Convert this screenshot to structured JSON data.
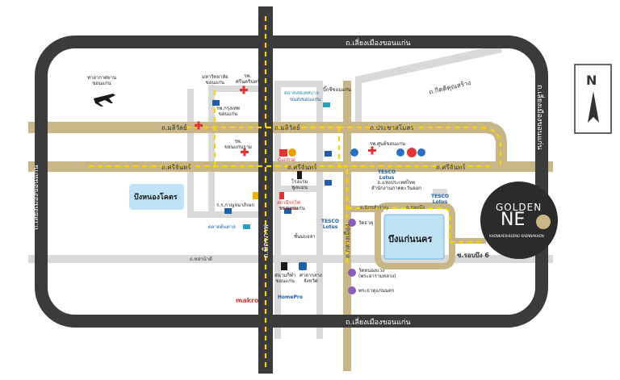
{
  "roads": {
    "ring_top": "ถ.เลี่ยงเมืองขอนแก่น",
    "ring_bottom": "ถ.เลี่ยงเมืองขอนแก่น",
    "ring_left": "ถ.เลี่ยงเมืองขอนแก่น",
    "ring_right": "ถ.เลี่ยงเมืองขอนแก่น",
    "kittikhun": "ถ.กิตติคุณสร้าง",
    "maliwan_left": "ถ.มลิวัลย์",
    "maliwan_center": "ถ.มลิวัลย์",
    "prachasamosorn": "ถ.ประชาสโมสร",
    "srichan_left": "ถ.ศรีจันทร์",
    "srichan_center": "ถ.ศรีจันทร์",
    "srichan_right": "ถ.ศรีจันทร์",
    "mittraphap": "ถ.มิตรภาพ",
    "klangmuang": "ถ.กลางเมือง",
    "nikorn_samran": "ถ.นิกรสำราญ",
    "robbueng": "ถ.รอบบึง",
    "lao_na_di": "ถ.หล่าน้าดี",
    "soi_robbueng6": "ซ.รอบบึง 6"
  },
  "places": {
    "airport": "ท่าอากาศยาน\nขอนแก่น",
    "kku": "มหาวิทยาลัย\nขอนแก่น",
    "srinagarind_hospital": "รพ.\nศรีนครินทร์",
    "kumpawapee_hospital": "รพ.กรุงเทพ\nขอนแก่น",
    "khonkaenram_hospital": "รพ.\nขอนแก่นราม",
    "khonkaen_hospital": "รพ.ศูนย์ขอนแก่น",
    "bus_terminal": "ขนส่งขอนแก่น",
    "central": "Central",
    "ptt_market": "ตลาดสดเทศบาล",
    "bang_lamphu": "ตลาดต้นตาล",
    "robinson": "โรงแรม\nพูลแมน",
    "mittraphap_school": "สถานีรถไฟ\nขอนแก่น",
    "station": "รร.ขอนแก่น",
    "tesco_lotus_top": "TESCO\nLotus",
    "tesco_lotus_center": "TESCO\nLotus",
    "tesco_lotus_right": "TESCO\nLotus",
    "bot": "ธ.แห่งประเทศไทย\nสำนักงานภาคตะวันออก",
    "wat_that": "วัดธาตุ",
    "wat_nong_waeng": "วัดหนองแวง\n(พระอารามหลวง)",
    "phra_that": "พระธาตุแก่นนคร",
    "makro": "makro",
    "homepro": "HomePro",
    "stadium": "สนามกีฬา\nขอนแก่น",
    "city_hall": "ศาลากลาง\nจังหวัด",
    "big_c": "บิ๊กซีขอนแก่น",
    "school_2": "ร.ร.กาญจนาภิเษก",
    "lotus_station": "ชั้นนบจลา"
  },
  "lakes": {
    "nong_khot": "บึงหนองโคตร",
    "kaen_nakhon": "บึงแก่นนคร"
  },
  "compass": {
    "letter": "N"
  },
  "brand": {
    "name": "GOLDEN NE",
    "top": "GOLDEN",
    "ne": "NE",
    "tagline": "KHONKAEN-BUENG KAENNAKHON"
  },
  "colors": {
    "ring": "#3a3a3a",
    "main_road": "#c7b384",
    "minor_road": "#dcdcdc",
    "route": "#f5d400",
    "lake": "#bfe3f5",
    "brand_bg": "#2b2b2b"
  }
}
